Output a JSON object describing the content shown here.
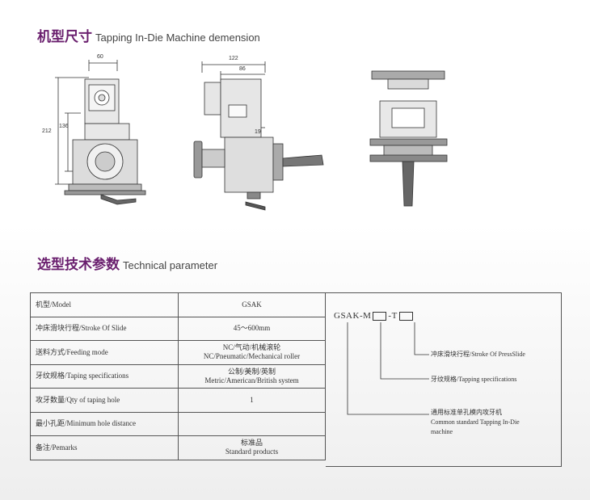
{
  "drawing_section": {
    "title_cn": "机型尺寸",
    "title_en": "Tapping In-Die Machine demension",
    "dims": {
      "width_top": "60",
      "height_total": "212",
      "height_mid": "136",
      "side_width": "122",
      "side_inner": "86",
      "side_small": "19"
    }
  },
  "parameter_section": {
    "title_cn": "选型技术参数",
    "title_en": "Technical parameter",
    "rows": [
      {
        "label": "机型/Model",
        "value1": "GSAK",
        "value2": ""
      },
      {
        "label": "冲床滑块行程/Stroke Of Slide",
        "value1": "45～600mm",
        "value2": ""
      },
      {
        "label": "送料方式/Feeding mode",
        "value1": "NC/气动/机械滚轮",
        "value2": "NC/Pneumatic/Mechanical roller"
      },
      {
        "label": "牙纹规格/Taping specifications",
        "value1": "公制/美制/英制",
        "value2": "Metric/American/British system"
      },
      {
        "label": "攻牙数量/Qty of taping hole",
        "value1": "1",
        "value2": ""
      },
      {
        "label": "最小孔距/Minimum hole distance",
        "value1": "",
        "value2": ""
      },
      {
        "label": "备注/Pemarks",
        "value1": "标准品",
        "value2": "Standard products"
      }
    ]
  },
  "model_code": {
    "prefix": "GSAK-M",
    "separator": "-T",
    "ann_stroke": "冲床滑块行程/Stroke Of PressSlide",
    "ann_tap": "牙纹规格/Tapping specifications",
    "ann_common_cn": "通用标准单孔模内攻牙机",
    "ann_common_en1": "Common standard Tapping In-Die",
    "ann_common_en2": "machine"
  }
}
